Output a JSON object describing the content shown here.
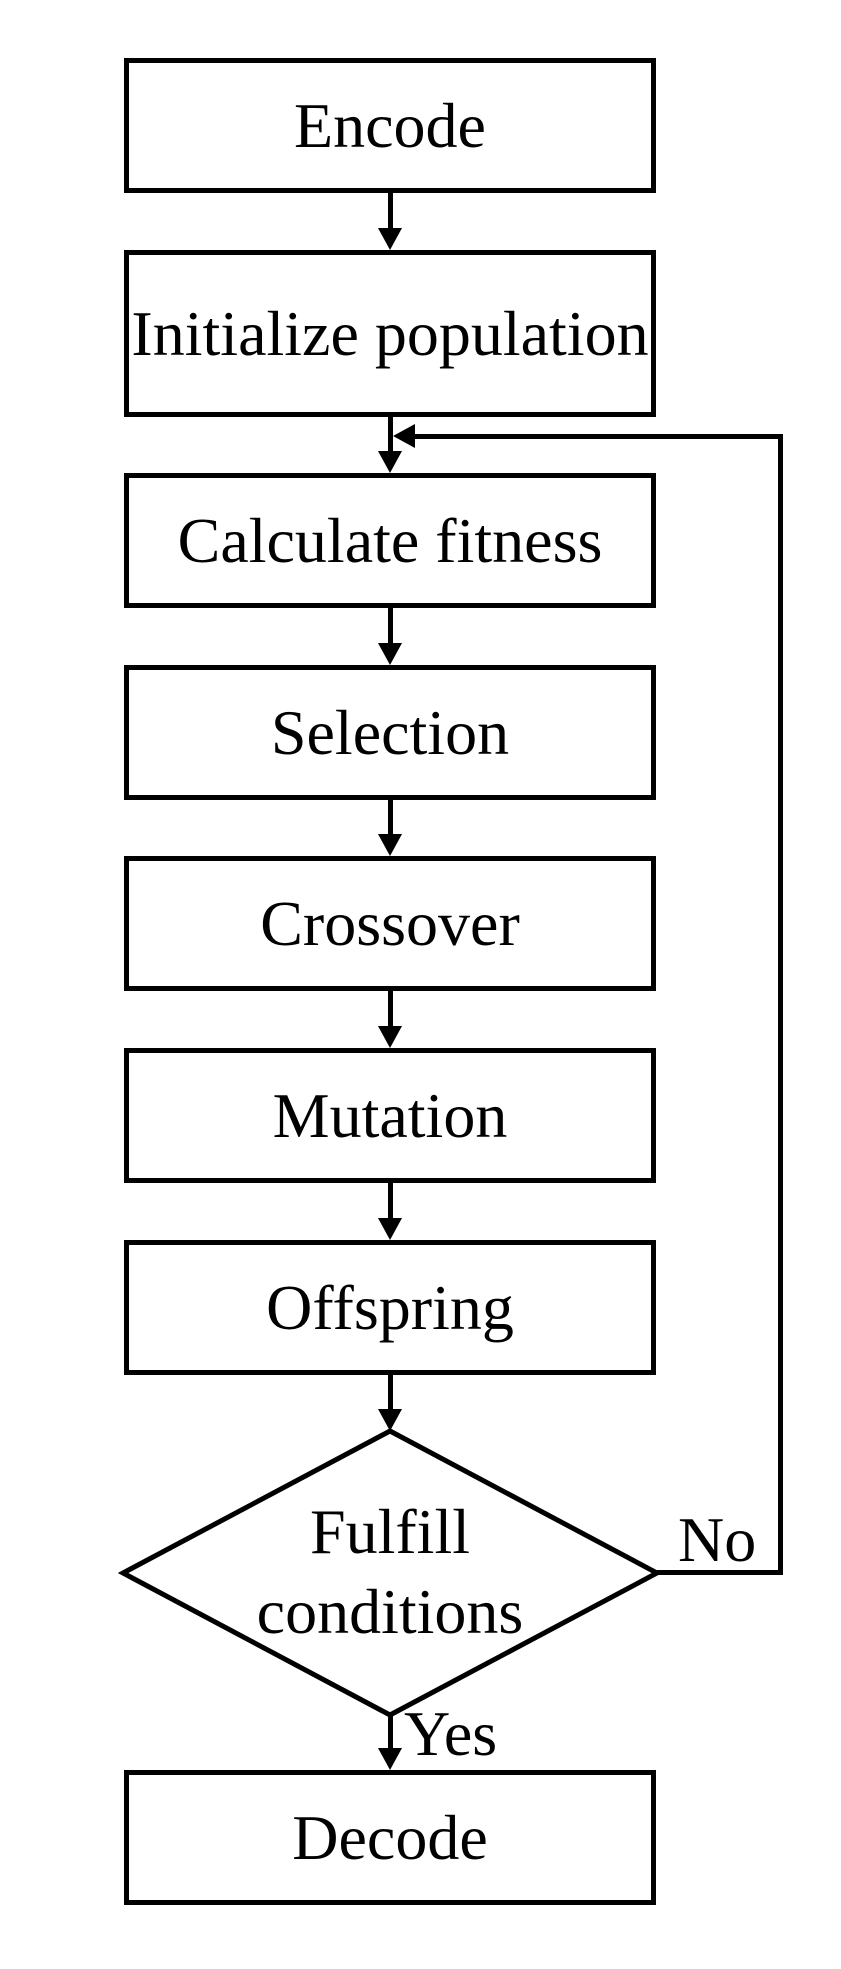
{
  "figure": {
    "type": "flowchart",
    "background_color": "#ffffff",
    "stroke_color": "#000000",
    "nodes": [
      {
        "id": "encode",
        "shape": "rect",
        "label": "Encode"
      },
      {
        "id": "initialize-population",
        "shape": "rect",
        "label": "Initialize population"
      },
      {
        "id": "calculate-fitness",
        "shape": "rect",
        "label": "Calculate fitness"
      },
      {
        "id": "selection",
        "shape": "rect",
        "label": "Selection"
      },
      {
        "id": "crossover",
        "shape": "rect",
        "label": "Crossover"
      },
      {
        "id": "mutation",
        "shape": "rect",
        "label": "Mutation"
      },
      {
        "id": "offspring",
        "shape": "rect",
        "label": "Offspring"
      },
      {
        "id": "fulfill-conditions",
        "shape": "diamond",
        "label": "Fulfill conditions"
      },
      {
        "id": "decode",
        "shape": "rect",
        "label": "Decode"
      }
    ],
    "edge_labels": {
      "yes": "Yes",
      "no": "No"
    }
  }
}
